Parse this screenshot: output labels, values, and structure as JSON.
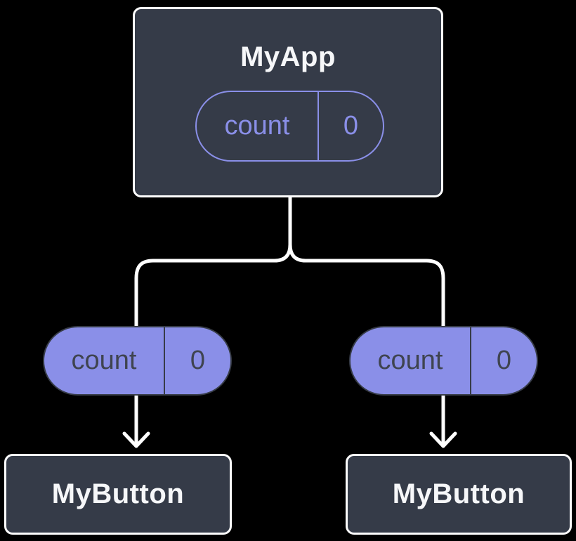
{
  "palette": {
    "background": "#000000",
    "node_fill": "#353b48",
    "node_border": "#ffffff",
    "node_text": "#f6f7f9",
    "accent_purple": "#8a8fe8",
    "pill_dark_border": "#373c47",
    "pill_dark_text": "#3f4450",
    "connector": "#ffffff"
  },
  "tree": {
    "root": {
      "label": "MyApp",
      "state": {
        "name": "count",
        "value": "0"
      }
    },
    "branches": [
      {
        "state": {
          "name": "count",
          "value": "0"
        },
        "child": {
          "label": "MyButton"
        }
      },
      {
        "state": {
          "name": "count",
          "value": "0"
        },
        "child": {
          "label": "MyButton"
        }
      }
    ]
  }
}
